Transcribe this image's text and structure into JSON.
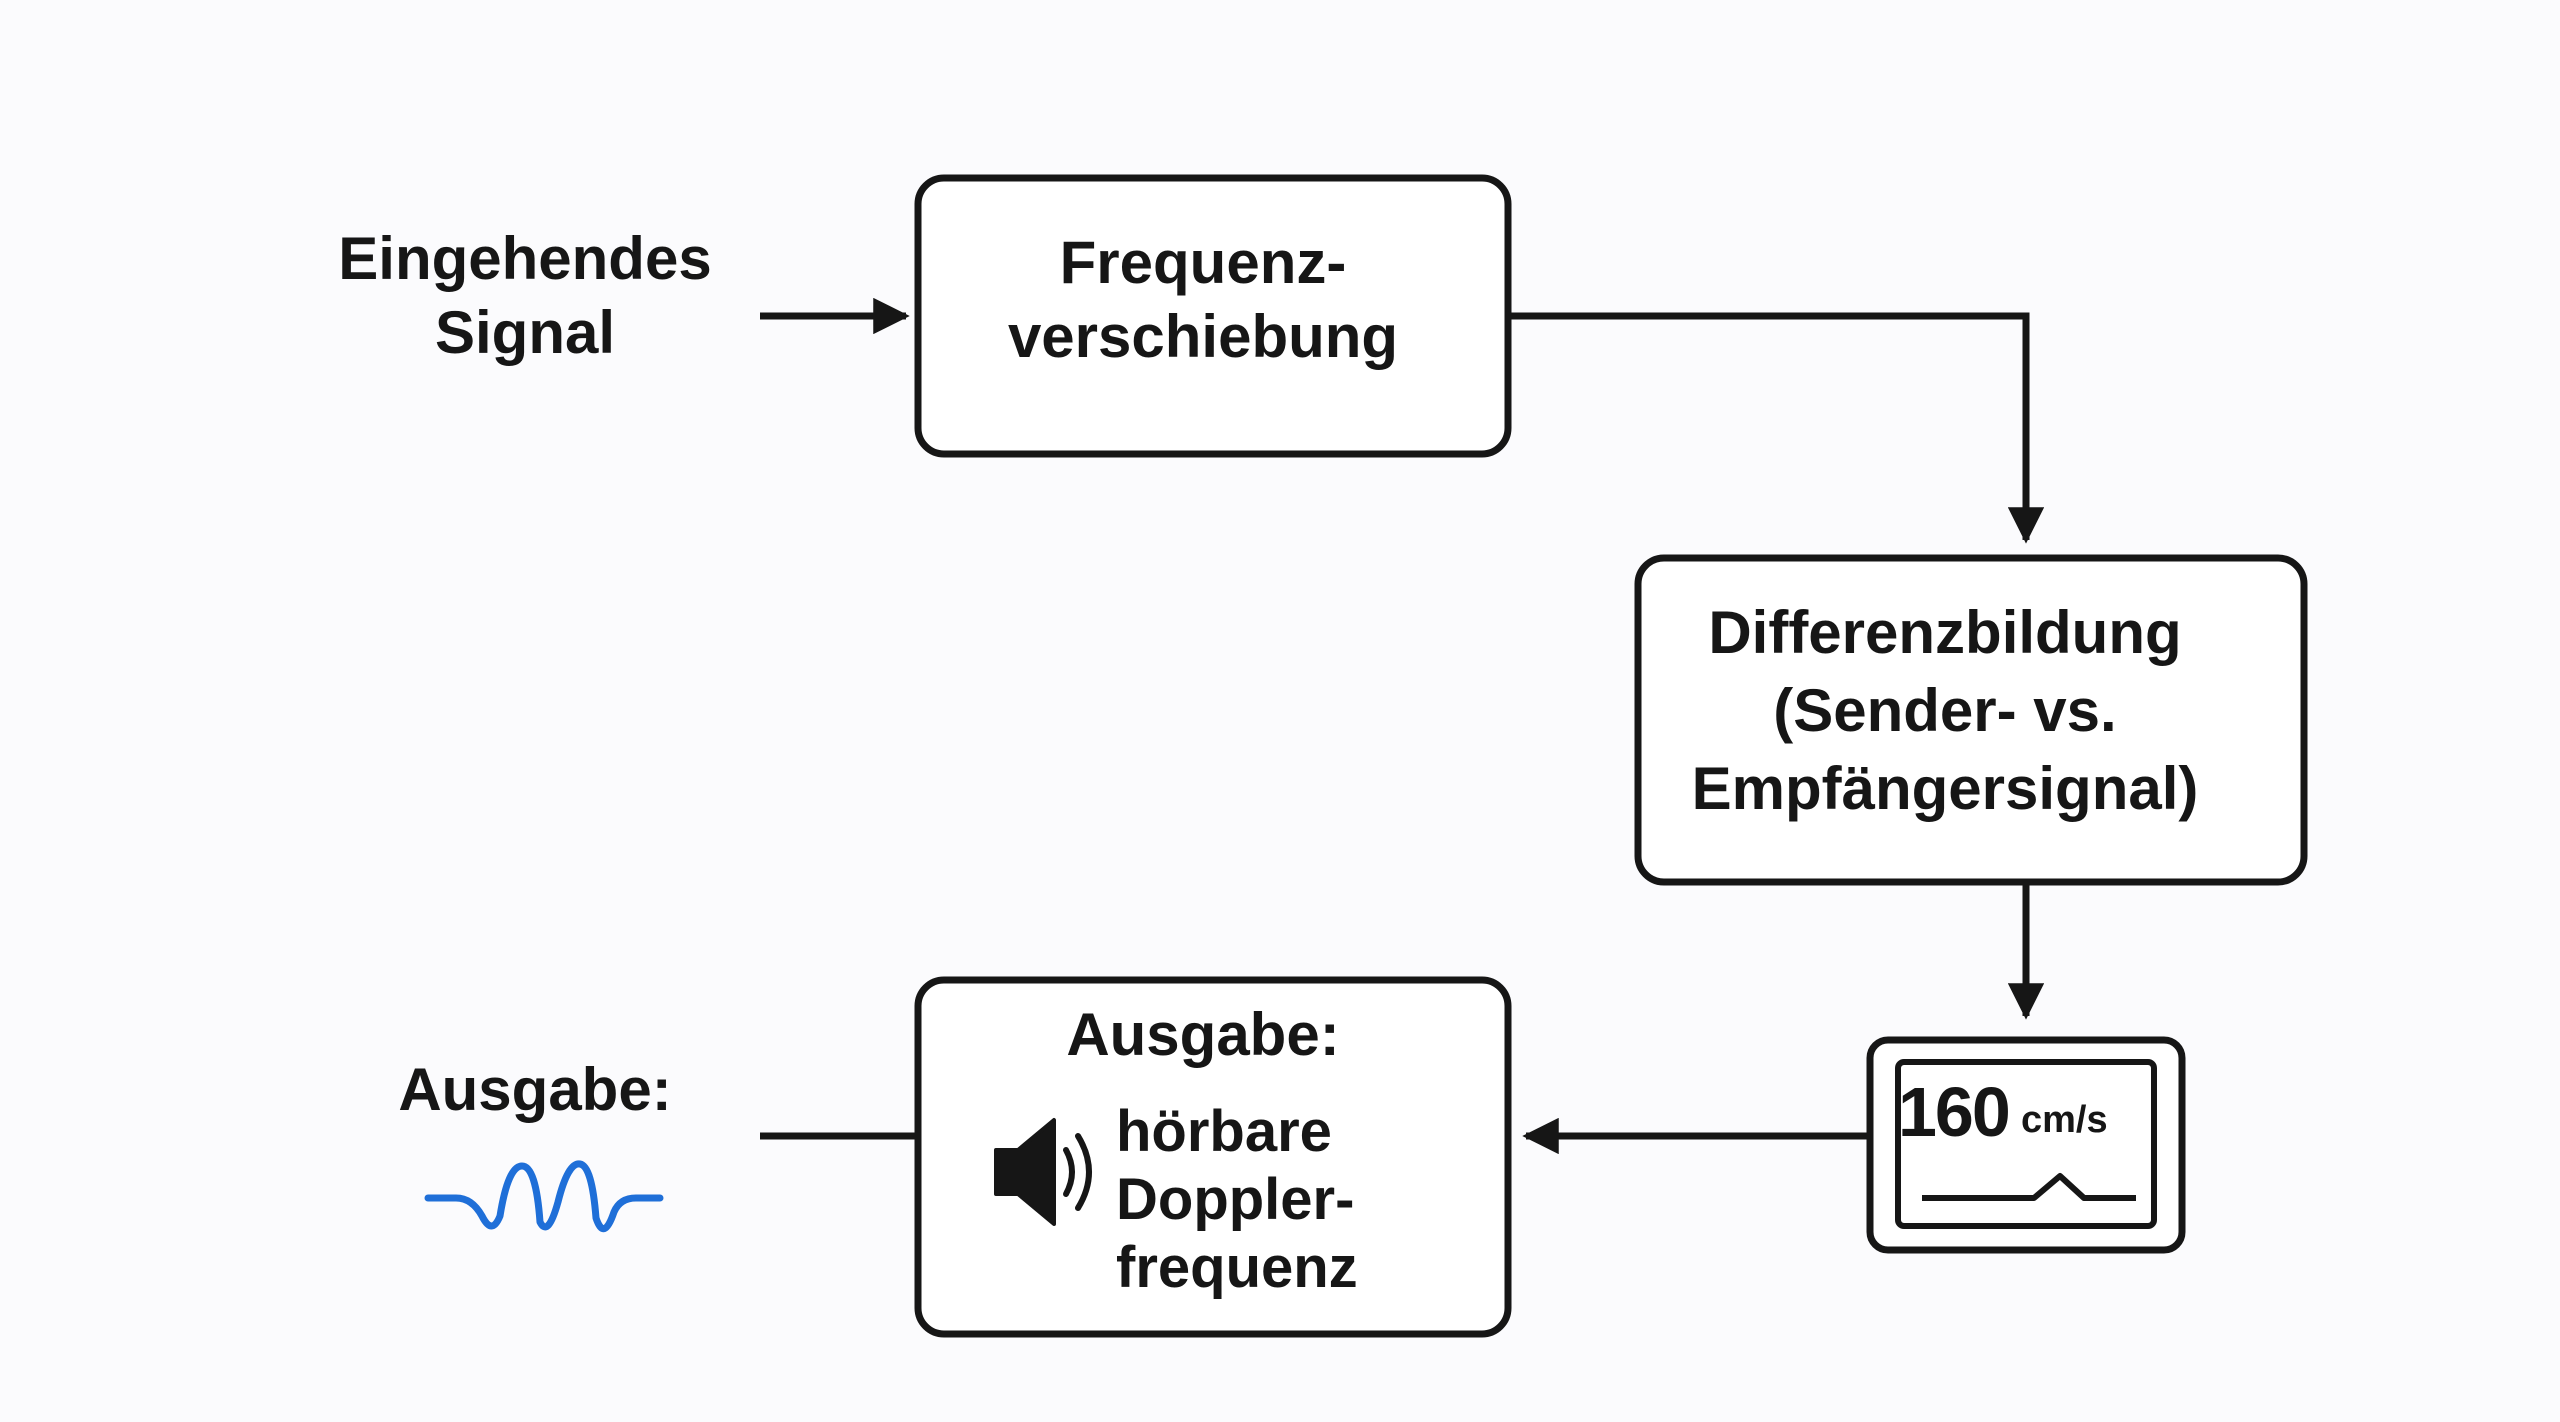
{
  "input": {
    "label_line1": "Eingehendes",
    "label_line2": "Signal"
  },
  "frequency_shift_block": {
    "line1": "Frequenz-",
    "line2": "verschiebung"
  },
  "difference_block": {
    "line1": "Differenzbildung",
    "line2": "(Sender- vs.",
    "line3": "Empfängersignal)"
  },
  "display": {
    "value": "160",
    "unit": "cm/s"
  },
  "output_block": {
    "title": "Ausgabe:",
    "line1": "hörbare",
    "line2": "Doppler-",
    "line3": "frequenz"
  },
  "output": {
    "label": "Ausgabe:"
  },
  "icons": {
    "speaker": "speaker-icon",
    "waveform": "waveform-icon",
    "monitor": "monitor-icon"
  },
  "colors": {
    "stroke": "#161616",
    "waveform": "#1f6fd8",
    "background": "#fbfbfd"
  }
}
